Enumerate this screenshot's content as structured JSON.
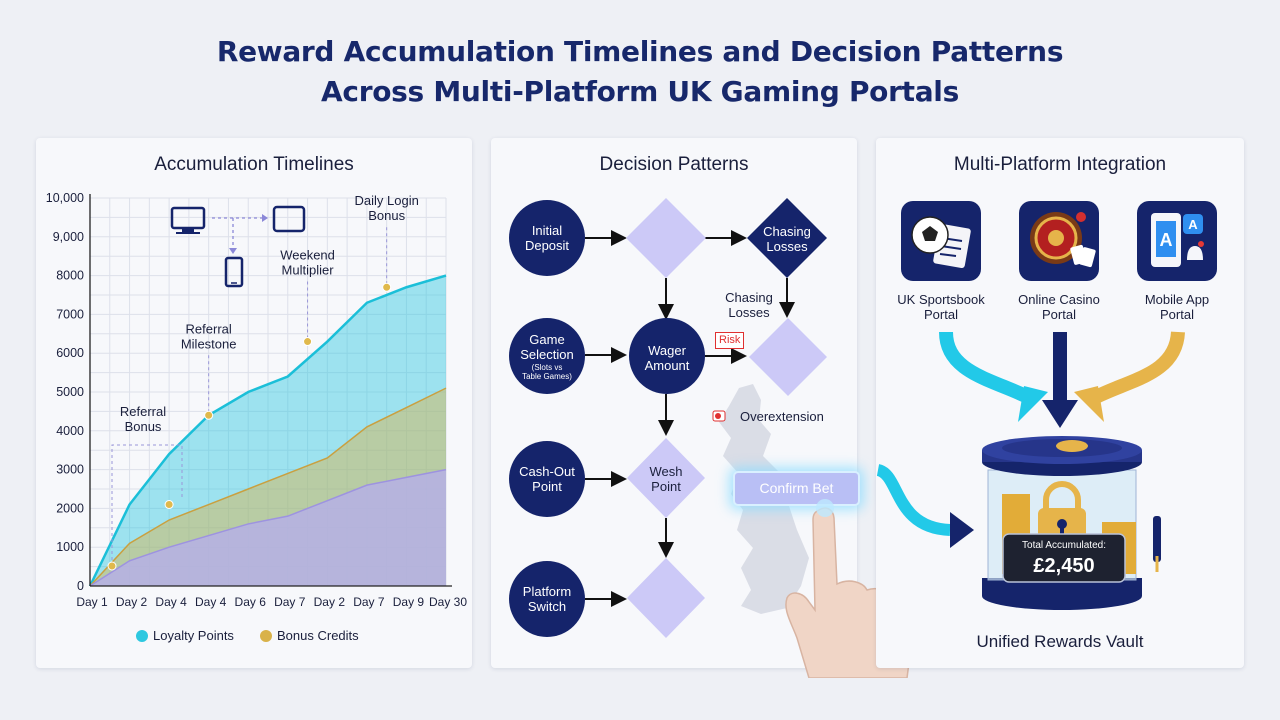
{
  "title_line1": "Reward Accumulation Timelines and Decision Patterns",
  "title_line2": "Across Multi-Platform UK Gaming Portals",
  "panels": {
    "timelines": "Accumulation Timelines",
    "decisions": "Decision Patterns",
    "integration": "Multi-Platform Integration"
  },
  "colors": {
    "loyalty": "#2ec8e0",
    "bonus": "#d9b24a",
    "base": "#b5acef",
    "navy": "#15246b",
    "diamond": "#ccc9f7"
  },
  "chart_data": {
    "type": "area",
    "categories": [
      "Day 1",
      "Day 2",
      "Day 4",
      "Day 4",
      "Day 6",
      "Day 7",
      "Day 2",
      "Day 7",
      "Day 9",
      "Day 30"
    ],
    "ylim": [
      0,
      10000
    ],
    "yticks": [
      "0",
      "1000",
      "2000",
      "3000",
      "4000",
      "5000",
      "6000",
      "7000",
      "8000",
      "9,000",
      "10,000"
    ],
    "series": [
      {
        "name": "Loyalty Points",
        "values": [
          0,
          2100,
          3400,
          4400,
          5000,
          5400,
          6300,
          7300,
          7700,
          8000
        ]
      },
      {
        "name": "Bonus Credits",
        "values": [
          0,
          1100,
          1700,
          2100,
          2500,
          2900,
          3300,
          4100,
          4600,
          5100
        ]
      },
      {
        "name": "",
        "values": [
          0,
          650,
          1000,
          1300,
          1600,
          1800,
          2200,
          2600,
          2800,
          3000
        ]
      }
    ],
    "annotations": [
      {
        "text": "Referral\nBonus",
        "x": 0.5,
        "y": 500
      },
      {
        "text": "",
        "x": 2,
        "y": 2100
      },
      {
        "text": "Referral\nMilestone",
        "x": 3,
        "y": 4400
      },
      {
        "text": "Weekend\nMultiplier",
        "x": 5.5,
        "y": 6300
      },
      {
        "text": "Daily Login\nBonus",
        "x": 7.5,
        "y": 7700
      }
    ],
    "grid": true,
    "legend": "bottom"
  },
  "legend": {
    "loyalty": "Loyalty Points",
    "bonus": "Bonus Credits"
  },
  "flow": {
    "initial_deposit": "Initial\nDeposit",
    "chasing_losses_diamond": "Chasing\nLosses",
    "chasing_losses_label": "Chasing\nLosses",
    "game_selection": "Game\nSelection",
    "game_selection_sub": "(Slots vs\nTable Games)",
    "wager_amount": "Wager\nAmount",
    "risk": "Risk",
    "overextension": "Overextension",
    "cash_out": "Cash-Out\nPoint",
    "wesh_point": "Wesh\nPoint",
    "platform_switch": "Platform\nSwitch",
    "confirm_bet": "Confirm Bet"
  },
  "platforms": [
    {
      "label": "UK Sportsbook\nPortal",
      "icon": "sportsbook-icon"
    },
    {
      "label": "Online Casino\nPortal",
      "icon": "roulette-icon"
    },
    {
      "label": "Mobile App\nPortal",
      "icon": "mobile-app-icon"
    }
  ],
  "vault": {
    "total_label": "Total Accumulated:",
    "total_value": "£2,450",
    "caption": "Unified Rewards Vault"
  }
}
